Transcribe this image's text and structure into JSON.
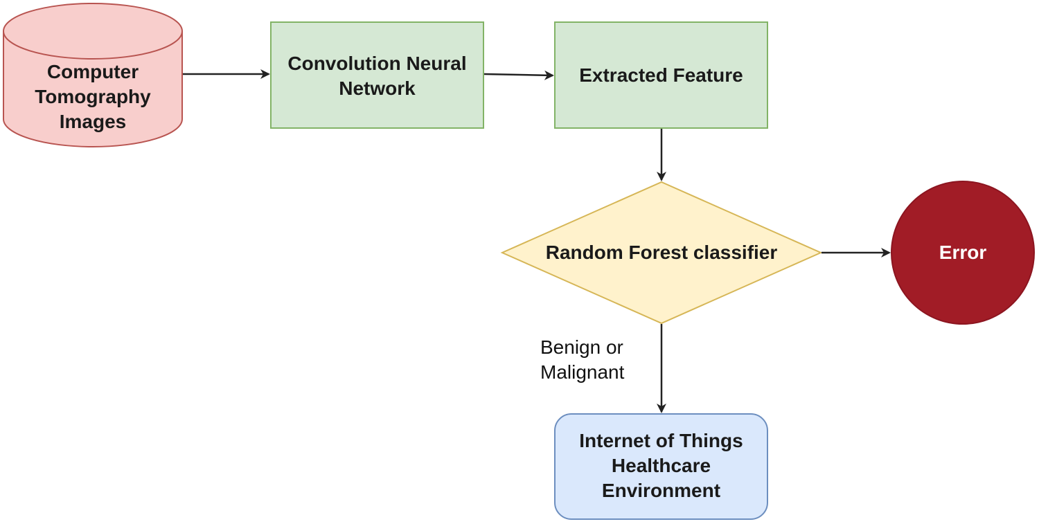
{
  "nodes": {
    "ct_images": {
      "label": "Computer\nTomography\nImages"
    },
    "cnn": {
      "label": "Convolution Neural\nNetwork"
    },
    "extracted": {
      "label": "Extracted Feature"
    },
    "classifier": {
      "label": "Random Forest classifier"
    },
    "error": {
      "label": "Error"
    },
    "iot": {
      "label": "Internet of Things\nHealthcare\nEnvironment"
    }
  },
  "edges": {
    "classifier_to_iot": {
      "label": "Benign or\nMalignant"
    }
  },
  "colors": {
    "database_fill": "#f8cecc",
    "database_stroke": "#b85450",
    "process_fill": "#d5e8d4",
    "process_stroke": "#82b366",
    "decision_fill": "#fff2cc",
    "decision_stroke": "#d6b656",
    "error_fill": "#a11c26",
    "error_stroke": "#8c1520",
    "error_text": "#ffffff",
    "iot_fill": "#dae8fc",
    "iot_stroke": "#6c8ebf",
    "edge": "#222222"
  }
}
